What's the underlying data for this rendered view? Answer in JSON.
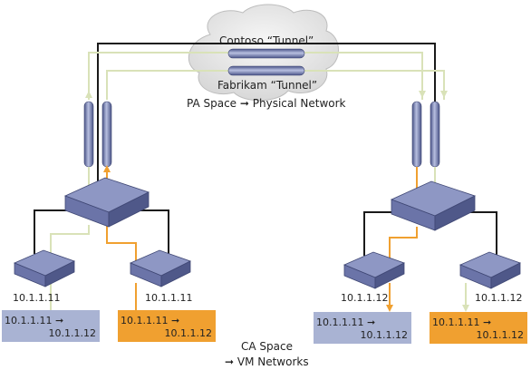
{
  "cloud": {
    "contoso_tunnel": "Contoso “Tunnel”",
    "fabrikam_tunnel": "Fabrikam “Tunnel”",
    "pa_space": "PA Space ➞ Physical Network"
  },
  "ca_space": {
    "line1": "CA Space",
    "line2": "➞ VM Networks"
  },
  "hosts": {
    "left_blue_ip": "10.1.1.11",
    "left_orange_ip": "10.1.1.11",
    "right_blue_ip": "10.1.1.12",
    "right_orange_ip": "10.1.1.12"
  },
  "boxes": {
    "left_blue": {
      "from": "10.1.1.11 ➞",
      "to": "10.1.1.12"
    },
    "left_orange": {
      "from": "10.1.1.11 ➞",
      "to": "10.1.1.12"
    },
    "right_blue": {
      "from": "10.1.1.11 ➞",
      "to": "10.1.1.12"
    },
    "right_orange": {
      "from": "10.1.1.11 ➞",
      "to": "10.1.1.12"
    }
  },
  "colors": {
    "blue_box": "#a9b3d3",
    "orange_box": "#f0a030",
    "device_top": "#8e97c4",
    "device_side": "#5a6496",
    "black_link": "#1a1a1a",
    "orange_link": "#f0a030",
    "pale_link": "#d9e2b8",
    "cloud": "#e6e6e6"
  }
}
